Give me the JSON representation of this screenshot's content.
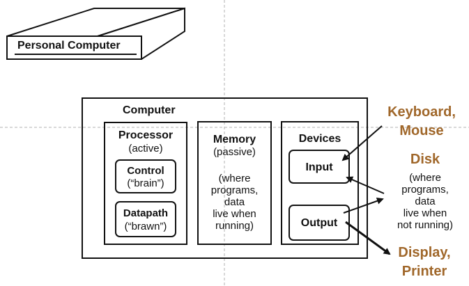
{
  "pc_label": "Personal Computer",
  "computer": {
    "title": "Computer"
  },
  "processor": {
    "title": "Processor",
    "subtitle": "(active)",
    "control": {
      "title": "Control",
      "subtitle": "(“brain”)"
    },
    "datapath": {
      "title": "Datapath",
      "subtitle": "(“brawn”)"
    }
  },
  "memory": {
    "title": "Memory",
    "subtitle": "(passive)",
    "note": [
      "(where",
      "programs,",
      "data",
      "live when",
      "running)"
    ]
  },
  "devices": {
    "title": "Devices",
    "input": "Input",
    "output": "Output"
  },
  "external": {
    "keyboard": [
      "Keyboard,",
      "Mouse"
    ],
    "disk": {
      "title": "Disk",
      "note": [
        "(where",
        "programs,",
        "data",
        "live when",
        "not running)"
      ]
    },
    "display": [
      "Display,",
      "Printer"
    ]
  },
  "colors": {
    "accent_brown": "#a0672a",
    "line": "#111111",
    "guide": "#b0b0b0"
  }
}
